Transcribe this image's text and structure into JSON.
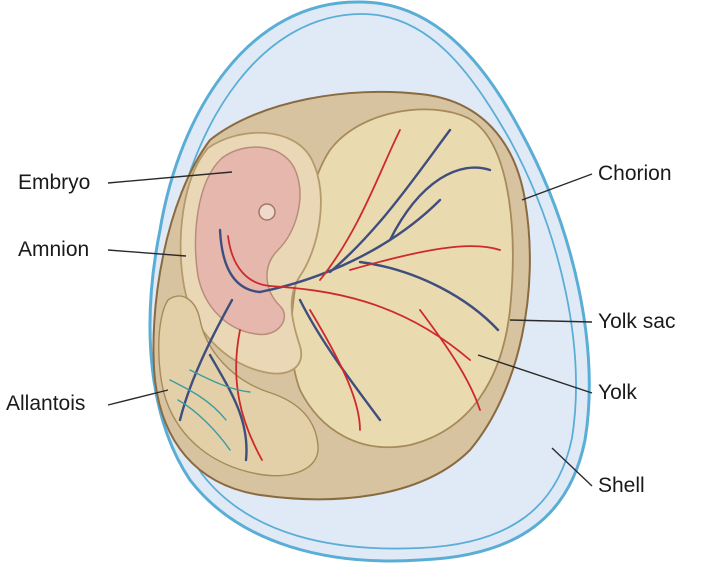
{
  "labels": {
    "embryo": "Embryo",
    "amnion": "Amnion",
    "allantois": "Allantois",
    "chorion": "Chorion",
    "yolk_sac": "Yolk sac",
    "yolk": "Yolk",
    "shell": "Shell"
  },
  "colors": {
    "shell_outline": "#5aaed6",
    "albumen": "#dfeaf6",
    "chorion_fill": "#d8c3a0",
    "yolk_fill": "#e9dab0",
    "embryo_fill": "#e6b8ad",
    "artery": "#cf2a2a",
    "vein": "#404e7e",
    "allantois_vessel": "#3f9aa0"
  }
}
